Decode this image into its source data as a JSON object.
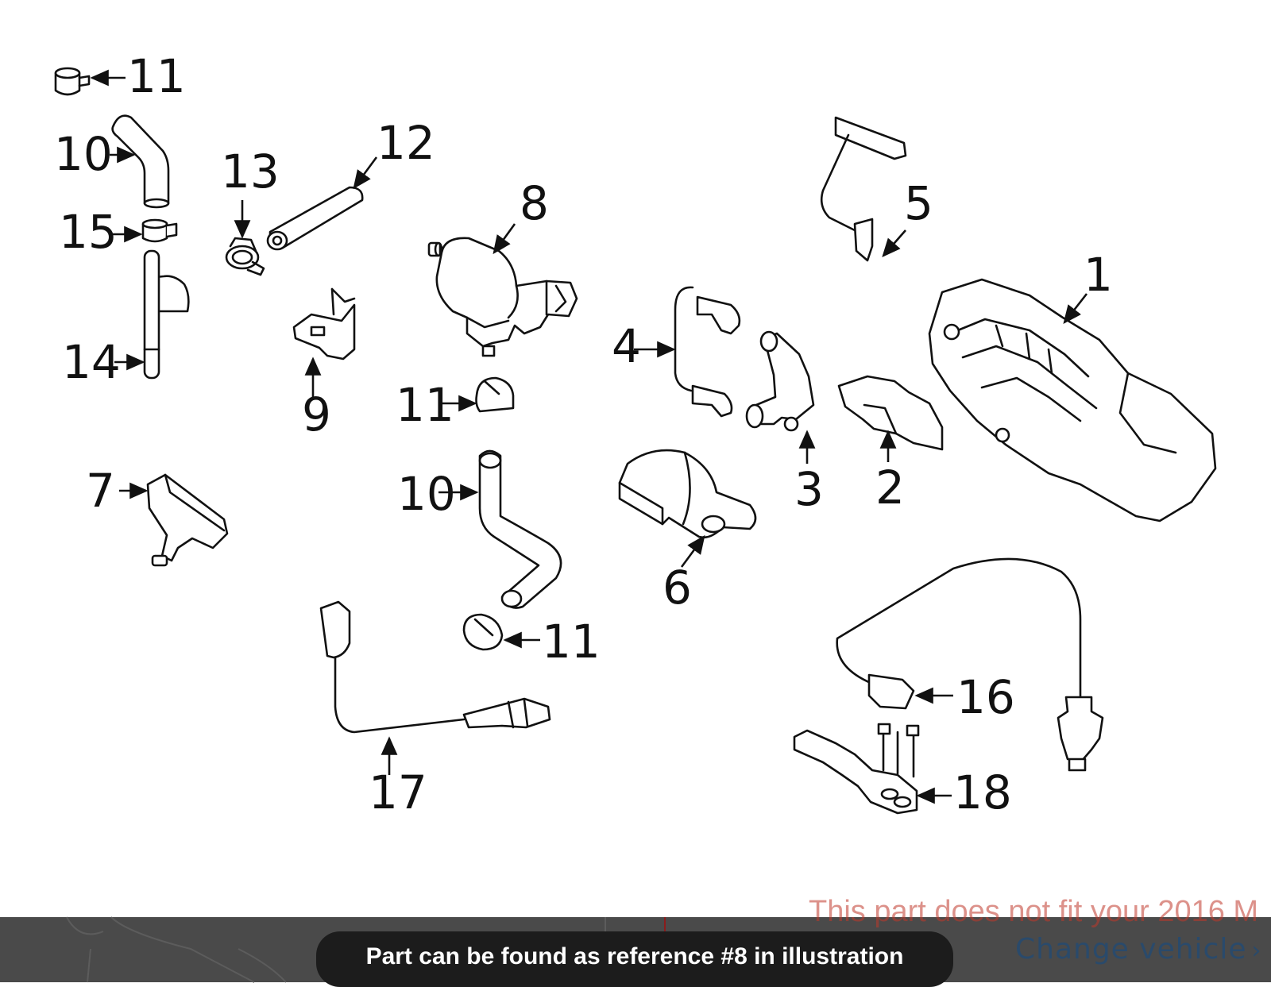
{
  "callouts": {
    "c1": "1",
    "c2": "2",
    "c3": "3",
    "c4": "4",
    "c5": "5",
    "c6": "6",
    "c7": "7",
    "c8": "8",
    "c9": "9",
    "c10a": "10",
    "c10b": "10",
    "c11a": "11",
    "c11b": "11",
    "c11c": "11",
    "c12": "12",
    "c13": "13",
    "c14": "14",
    "c15": "15",
    "c16": "16",
    "c17": "17",
    "c18": "18"
  },
  "banner": {
    "fit_notice": "This part does not fit your 2016 M",
    "change_vehicle": "Change vehicle",
    "change_vehicle_icon": "chevron-right-icon"
  },
  "toast": {
    "message": "Part can be found as reference #8 in illustration"
  }
}
